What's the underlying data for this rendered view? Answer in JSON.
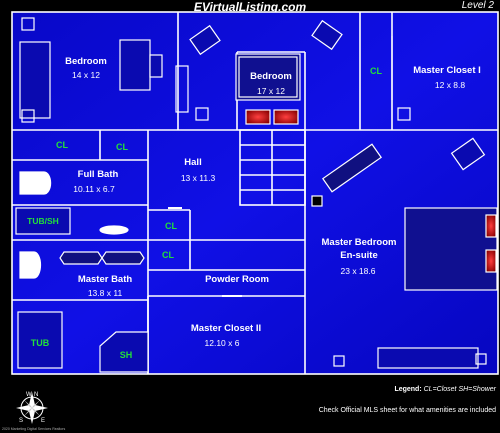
{
  "header": {
    "site": "EVirtualListing.com",
    "level": "Level 2"
  },
  "rooms": {
    "bedroom_left": {
      "name": "Bedroom",
      "dims": "14 x 12"
    },
    "bedroom_mid": {
      "name": "Bedroom",
      "dims": "17 x 12"
    },
    "closet_top": {
      "label": "CL"
    },
    "master_closet_1": {
      "name": "Master Closet I",
      "dims": "12 x 8.8"
    },
    "closet_a": {
      "label": "CL"
    },
    "closet_b": {
      "label": "CL"
    },
    "hall": {
      "name": "Hall",
      "dims": "13 x 11.3"
    },
    "full_bath": {
      "name": "Full Bath",
      "dims": "10.11 x 6.7"
    },
    "tub_sh": {
      "label": "TUB/SH"
    },
    "closet_c": {
      "label": "CL"
    },
    "closet_d": {
      "label": "CL"
    },
    "master_bedroom": {
      "name": "Master Bedroom",
      "name2": "En-suite",
      "dims": "23 x 18.6"
    },
    "master_bath": {
      "name": "Master Bath",
      "dims": "13.8 x 11"
    },
    "powder_room": {
      "name": "Powder Room"
    },
    "tub": {
      "label": "TUB"
    },
    "sh": {
      "label": "SH"
    },
    "master_closet_2": {
      "name": "Master Closet II",
      "dims": "12.10 x 6"
    }
  },
  "legend": {
    "prefix": "Legend:",
    "text": "CL=Closet  SH=Shower"
  },
  "note": "Check Official MLS sheet for what amenities are included",
  "compass": {
    "n": "N",
    "s": "S",
    "w": "W",
    "e": "E"
  },
  "copyright": "2020 Marketing Digital Services Realtors",
  "colors": {
    "floor": "#0a0ad8",
    "wall": "#ffffff",
    "closet_text": "#22e03a",
    "fireplace": "#cc0000"
  }
}
